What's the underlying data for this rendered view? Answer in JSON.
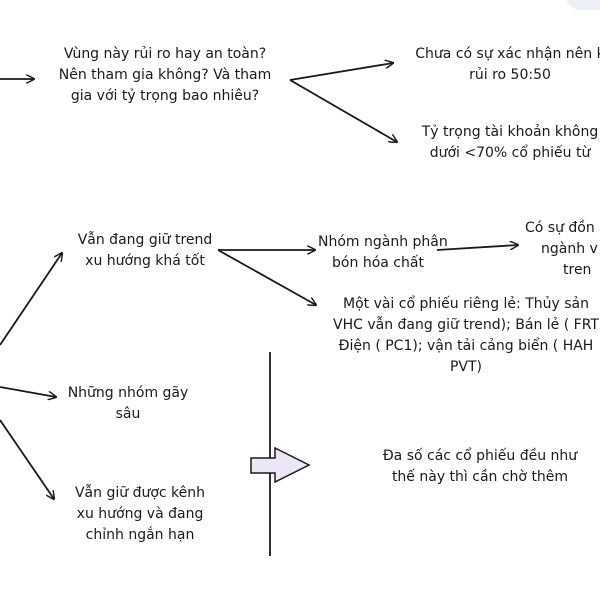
{
  "nodes": {
    "question": [
      "Vùng này rủi ro hay an toàn?",
      "Nên tham gia không? Và tham",
      "gia với tỷ trọng bao nhiêu?"
    ],
    "no_confirm": [
      "Chưa có sự xác nhận nên k",
      "rủi ro 50:50"
    ],
    "account_weight": [
      "Tỷ trọng tài khoản không",
      "dưới <70% cổ phiếu từ"
    ],
    "holding_trend": [
      "Vẫn đang giữ trend",
      "xu hướng khá tốt"
    ],
    "fertilizer_group": [
      "Nhóm ngành phân",
      "bón hóa chất"
    ],
    "consensus": [
      "Có sự đồn",
      "ngành v",
      "tren"
    ],
    "single_stocks": [
      "Một vài cổ phiếu riêng lẻ: Thủy sản",
      "VHC vẫn đang giữ trend); Bán lẻ ( FRT",
      "Điện ( PC1); vận tải cảng biển ( HAH",
      "PVT)"
    ],
    "deep_break": [
      "Những nhóm gãy",
      "sâu"
    ],
    "channel_correction": [
      "Vẫn giữ được kênh",
      "xu hướng và đang",
      "chỉnh ngắn hạn"
    ],
    "wait_more": [
      "Đa số các cổ phiếu đều như",
      "thế này thì cần chờ thêm"
    ]
  },
  "colors": {
    "line": "#1a1a1a",
    "text": "#1a1a1a",
    "block_arrow_fill": "#ece6f7",
    "block_arrow_stroke": "#1a1a1a"
  }
}
